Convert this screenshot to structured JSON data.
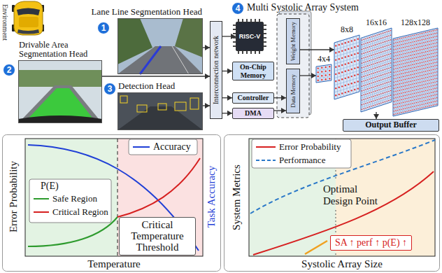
{
  "diagram": {
    "nodes": [
      {
        "text": [
          "1"
        ]
      },
      {
        "text": [
          "Lane Line Segmentation Head"
        ]
      },
      {
        "text": [
          "2"
        ]
      },
      {
        "text": [
          "Drivable Area Segmentation Head"
        ]
      },
      {
        "text": [
          "3"
        ]
      },
      {
        "text": [
          "Detection Head"
        ]
      },
      {
        "text": [
          "4"
        ]
      },
      {
        "text": [
          "Interconnection network"
        ]
      },
      {
        "text": [
          "RISC-V"
        ]
      },
      {
        "text": [
          "On-Chip Memory"
        ]
      },
      {
        "text": [
          "Controller"
        ]
      },
      {
        "text": [
          "DMA"
        ]
      },
      {
        "text": [
          "Weight Memory"
        ]
      },
      {
        "text": [
          "Data Memory"
        ]
      },
      {
        "text": [
          "4x4"
        ]
      },
      {
        "text": [
          "8x8"
        ]
      },
      {
        "text": [
          "16x16"
        ]
      },
      {
        "text": [
          "128x128"
        ]
      },
      {
        "text": [
          "Output Buffer"
        ]
      },
      {
        "text": [
          "Critical Temperature Threshold"
        ]
      },
      {
        "text": [
          "SA ↑ perf ↑ p(E) ↑"
        ]
      }
    ],
    "edges": [
      {
        "from": 1,
        "to": 7,
        "arrow": "to"
      },
      {
        "from": 3,
        "to": 7,
        "arrow": "to"
      },
      {
        "from": 5,
        "to": 7,
        "arrow": "to"
      },
      {
        "from": 7,
        "to": 8,
        "arrow": "to"
      },
      {
        "from": 7,
        "to": 9,
        "arrow": "to"
      },
      {
        "from": 7,
        "to": 10,
        "arrow": "to"
      },
      {
        "from": 7,
        "to": 11,
        "arrow": "to"
      },
      {
        "from": 10,
        "to": 13,
        "arrow": "to"
      },
      {
        "from": 11,
        "to": 13,
        "arrow": "to"
      },
      {
        "from": 12,
        "to": 15,
        "arrow": "to"
      },
      {
        "from": 13,
        "to": 14,
        "arrow": "to"
      },
      {
        "from": 16,
        "to": 18,
        "arrow": "to"
      }
    ],
    "labels": [
      "Environment",
      "Multi Systolic Array System",
      "Error Probability",
      "Task Accuracy",
      "Temperature",
      "P(E)",
      "System Metrics",
      "Systolic Array Size",
      "Optimal Design Point"
    ],
    "legend": [
      {
        "text": "Accuracy"
      },
      {
        "text": "Safe Region"
      },
      {
        "text": "Critical Region"
      },
      {
        "text": "Error Probability"
      },
      {
        "text": "Performance"
      }
    ]
  }
}
